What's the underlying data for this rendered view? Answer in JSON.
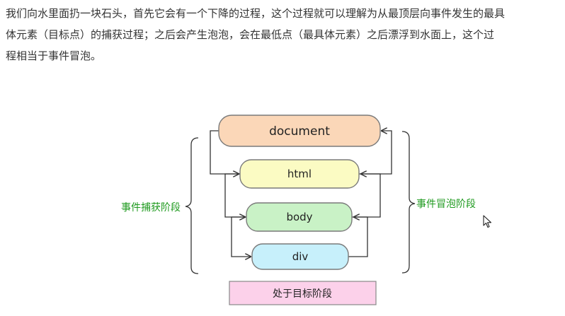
{
  "paragraph": {
    "lines": [
      "我们向水里面扔一块石头，首先它会有一个下降的过程，这个过程就可以理解为从最顶层向事件发生的最具",
      "体元素（目标点）的捕获过程；之后会产生泡泡，会在最低点（最具体元素）之后漂浮到水面上，这个过",
      "程相当于事件冒泡。"
    ]
  },
  "diagram": {
    "nodes": [
      {
        "label": "document",
        "color": "#fbd7b8"
      },
      {
        "label": "html",
        "color": "#fbfbc3"
      },
      {
        "label": "body",
        "color": "#c9f2c6"
      },
      {
        "label": "div",
        "color": "#c7f0fb"
      }
    ],
    "capture_phase_label": "事件捕获阶段",
    "bubble_phase_label": "事件冒泡阶段",
    "target_phase_label": "处于目标阶段",
    "target_box_color": "#fcd1ea",
    "phase_label_color": "#1f9a1f"
  }
}
